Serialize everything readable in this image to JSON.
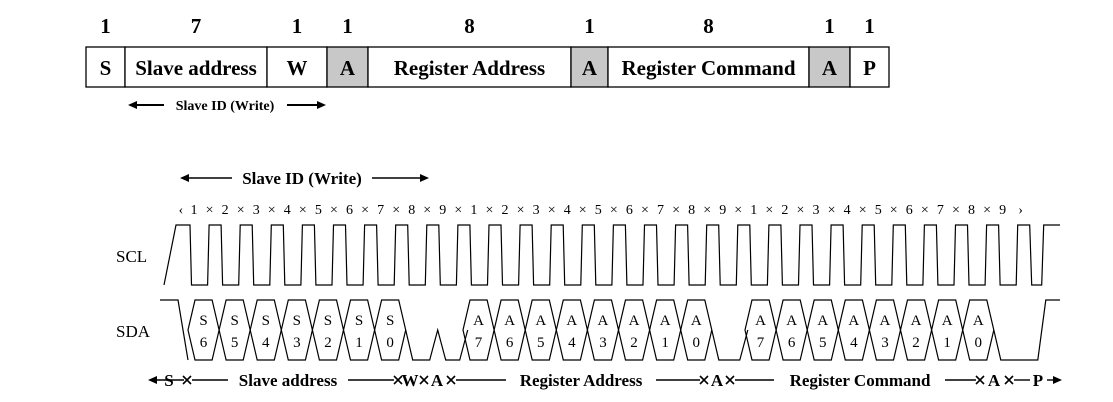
{
  "frame": {
    "fields": [
      {
        "bits": "1",
        "label": "S",
        "shaded": false
      },
      {
        "bits": "7",
        "label": "Slave address",
        "shaded": false
      },
      {
        "bits": "1",
        "label": "W",
        "shaded": false
      },
      {
        "bits": "1",
        "label": "A",
        "shaded": true
      },
      {
        "bits": "8",
        "label": "Register Address",
        "shaded": false
      },
      {
        "bits": "1",
        "label": "A",
        "shaded": true
      },
      {
        "bits": "8",
        "label": "Register Command",
        "shaded": false
      },
      {
        "bits": "1",
        "label": "A",
        "shaded": true
      },
      {
        "bits": "1",
        "label": "P",
        "shaded": false
      }
    ],
    "slave_id_label": "Slave ID (Write)"
  },
  "timing": {
    "slave_id_label": "Slave ID (Write)",
    "clock_count_labels": [
      "1",
      "2",
      "3",
      "4",
      "5",
      "6",
      "7",
      "8",
      "9",
      "1",
      "2",
      "3",
      "4",
      "5",
      "6",
      "7",
      "8",
      "9",
      "1",
      "2",
      "3",
      "4",
      "5",
      "6",
      "7",
      "8",
      "9"
    ],
    "signals": {
      "clock": "SCL",
      "data": "SDA"
    },
    "sda_groups": [
      {
        "top": [
          "S",
          "S",
          "S",
          "S",
          "S",
          "S",
          "S"
        ],
        "bottom": [
          "6",
          "5",
          "4",
          "3",
          "2",
          "1",
          "0"
        ]
      },
      {
        "top": [
          "A",
          "A",
          "A",
          "A",
          "A",
          "A",
          "A",
          "A"
        ],
        "bottom": [
          "7",
          "6",
          "5",
          "4",
          "3",
          "2",
          "1",
          "0"
        ]
      },
      {
        "top": [
          "A",
          "A",
          "A",
          "A",
          "A",
          "A",
          "A",
          "A"
        ],
        "bottom": [
          "7",
          "6",
          "5",
          "4",
          "3",
          "2",
          "1",
          "0"
        ]
      }
    ],
    "segments": [
      "S",
      "Slave address",
      "W",
      "A",
      "Register Address",
      "A",
      "Register Command",
      "A",
      "P"
    ]
  },
  "colors": {
    "shaded_field": "#c8c8c8",
    "line": "#000000",
    "background": "#ffffff"
  }
}
